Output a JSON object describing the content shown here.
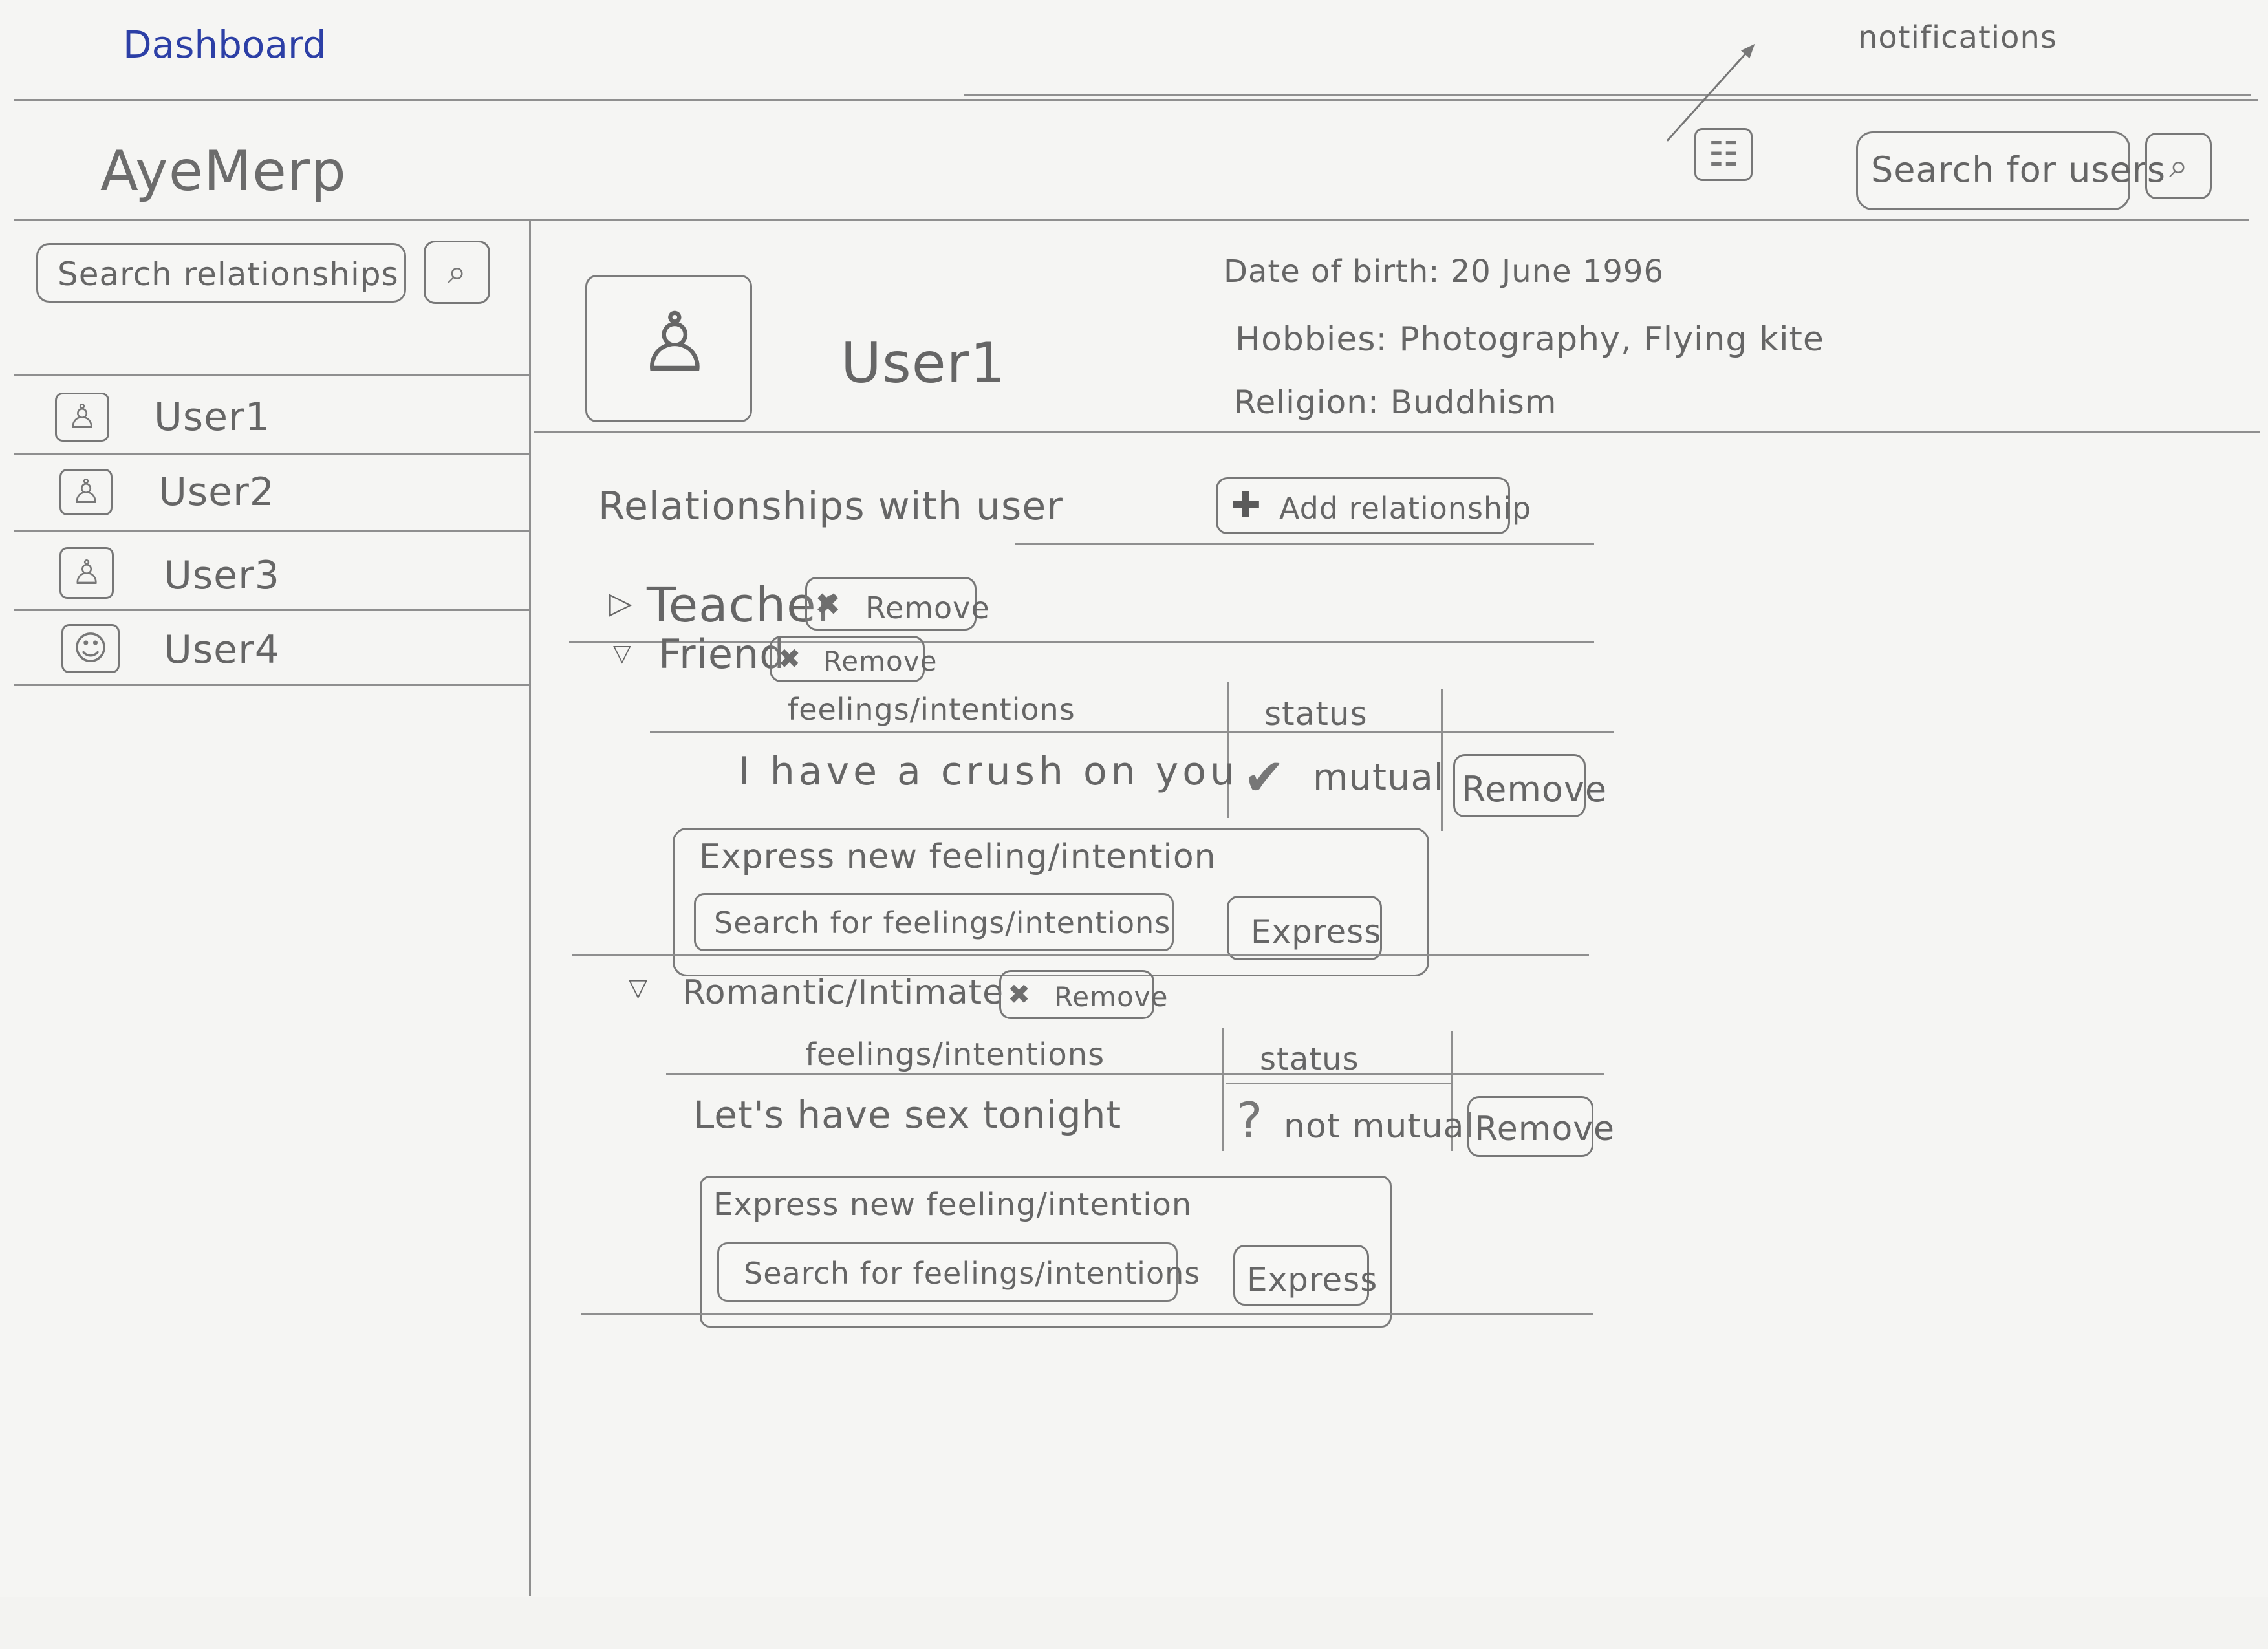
{
  "header": {
    "dashboard_tab": "Dashboard",
    "app_title": "AyeMerp",
    "notifications_label": "notifications",
    "search_users_placeholder": "Search for users"
  },
  "sidebar": {
    "search_placeholder": "Search relationships",
    "users": [
      {
        "name": "User1"
      },
      {
        "name": "User2"
      },
      {
        "name": "User3"
      },
      {
        "name": "User4"
      }
    ]
  },
  "profile": {
    "name": "User1",
    "date_of_birth": "Date of birth: 20 June 1996",
    "hobbies": "Hobbies: Photography, Flying kite",
    "religion": "Religion: Buddhism"
  },
  "relationships": {
    "title": "Relationships with user",
    "add_button": "Add relationship",
    "items": [
      {
        "label": "Teacher",
        "remove": "Remove"
      },
      {
        "label": "Friend",
        "remove": "Remove"
      },
      {
        "label": "Romantic/Intimate",
        "remove": "Remove"
      }
    ],
    "friend_table": {
      "header_feelings": "feelings/intentions",
      "header_status": "status",
      "row_text": "I have a crush on you",
      "status_text": "mutual",
      "remove": "Remove",
      "express_title": "Express new feeling/intention",
      "express_placeholder": "Search for feelings/intentions",
      "express_button": "Express"
    },
    "romantic_table": {
      "header_feelings": "feelings/intentions",
      "header_status": "status",
      "row_text": "Let's have sex tonight",
      "status_text": "not mutual",
      "remove": "Remove",
      "express_title": "Express new feeling/intention",
      "express_placeholder": "Search for feelings/intentions",
      "express_button": "Express"
    }
  },
  "colors": {
    "paper": "#f5f5f3",
    "pencil": "#666666",
    "accent_blue": "#2c3fa6"
  }
}
